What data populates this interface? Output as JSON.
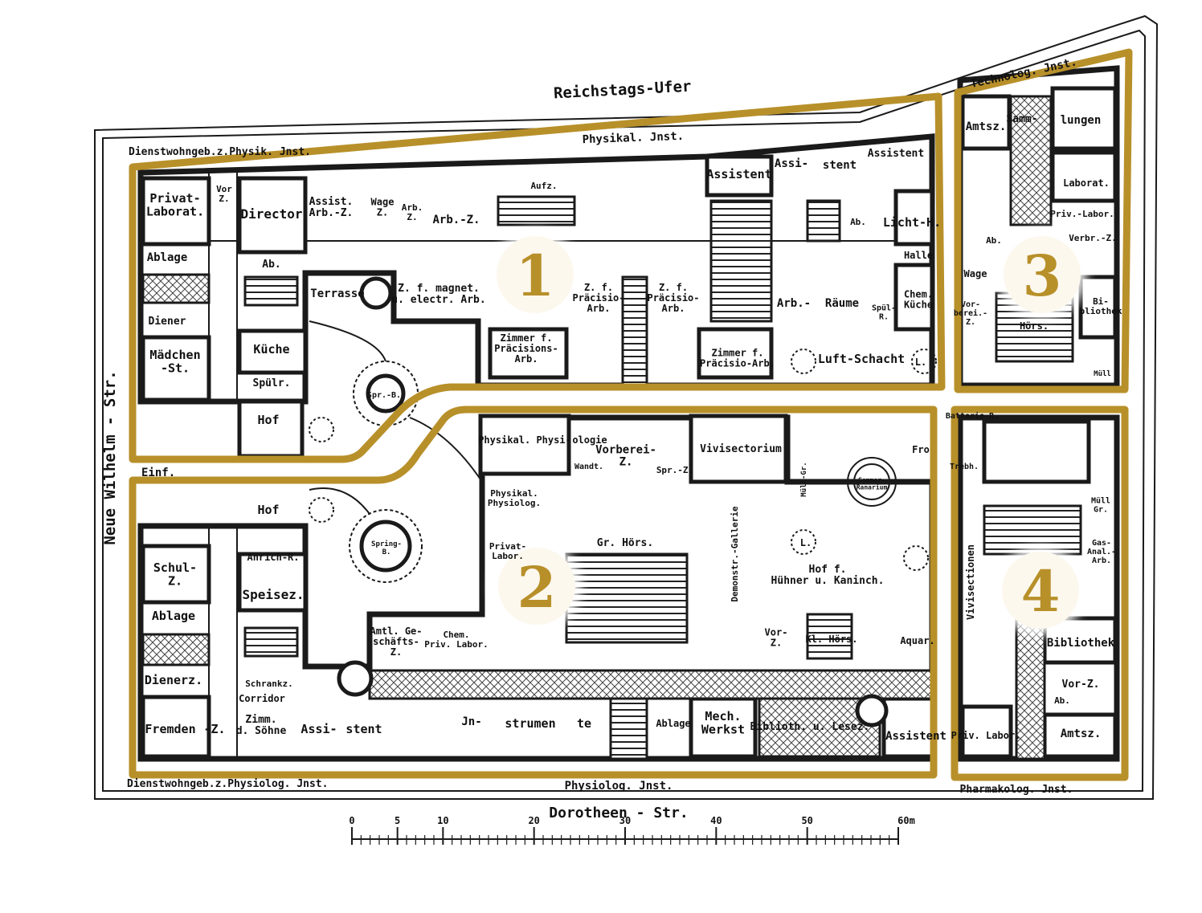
{
  "streets": {
    "top": "Reichstags-Ufer",
    "left": "Neue Wilhelm - Str.",
    "bottom": "Dorotheen - Str."
  },
  "edge_labels": {
    "top_left": "Dienstwohngeb.z.Physik. Jnst.",
    "top_middle": "Physikal. Jnst.",
    "top_right": "Technolog. Jnst.",
    "bottom_left": "Dienstwohngeb.z.Physiolog. Jnst.",
    "bottom_middle": "Physiolog. Jnst.",
    "bottom_right": "Pharmakolog. Jnst.",
    "left_entry": "Einf."
  },
  "zones": [
    {
      "number": "1"
    },
    {
      "number": "2"
    },
    {
      "number": "3"
    },
    {
      "number": "4"
    }
  ],
  "rooms_zone1": [
    "Privat-\nLaborat.",
    "Vor\nZ.",
    "Director",
    "Assist.\nArb.-Z.",
    "Wage\nZ.",
    "Arb.\nZ.",
    "Arb.-Z.",
    "Ablage",
    "Ab.",
    "Diener",
    "Mädchen\n-St.",
    "Küche",
    "Spülr.",
    "Hof",
    "Terrasse",
    "Z. f. magnet.\nu. electr. Arb.",
    "Z. f.\nPräcisio-\nArb.",
    "Z. f.\nPräcisio-\nArb.",
    "Zimmer f.\nPräcisions-\nArb.",
    "Assistent",
    "Assi-",
    "stent",
    "Assistent",
    "Aufz.",
    "Licht-H.",
    "Ab.",
    "Halle",
    "Chem.\nKüche",
    "Arb.-",
    "Räume",
    "Spül-\nR.",
    "Zimmer f.\nPräcisio-Arb.",
    "Luft-Schacht",
    "Spr.-B.",
    "L."
  ],
  "rooms_zone2": [
    "Hof",
    "Schul-\nZ.",
    "Anrich-R.",
    "Speisez.",
    "Ablage",
    "Dienerz.",
    "Schrankz.",
    "Corridor",
    "Fremden",
    "-Z.",
    "Zimm.\nd. Söhne",
    "Assi-",
    "stent",
    "Jn-",
    "strumen",
    "te",
    "Ablage",
    "Mech.\nWerkst",
    "Biblioth. u. Lesez.",
    "Assistent",
    "Amtl. Ge-\nschäfts-\nZ.",
    "Chem.\nPriv. Labor.",
    "Physikal. Physi-",
    "ologie",
    "Vorberei-\nZ.",
    "Wandt.",
    "Spr.-Z.",
    "Vivisectorium",
    "Physikal.\nPhysiolog.",
    "Privat-\nLabor.",
    "Gr. Hörs.",
    "Demonstr.-Gallerie",
    "Hof f.\nHühner u. Kaninch.",
    "Sommer-\nRanarium",
    "Kl. Hörs.",
    "Vor-\nZ.",
    "Aquar.",
    "Müll-Gr.",
    "Fro",
    "Spring-\nB.",
    "L."
  ],
  "rooms_zone3": [
    "Amtsz.",
    "Samm-",
    "lungen",
    "Laborat.",
    "Priv.-Labor.",
    "Ab.",
    "Verbr.-Z.",
    "Wage",
    "Vor-\nberei.-\nZ.",
    "Hörs.",
    "Bi-\nbliothek",
    "Müll"
  ],
  "rooms_zone4": [
    "Batterie-R.",
    "Vivisectionen",
    "Müll\nGr.",
    "Gas-\nAnal.-\nArb.",
    "Bibliothek",
    "Vor-Z.",
    "Ab.",
    "Priv. Labor.",
    "Amtsz.",
    "Trebh."
  ],
  "scale": {
    "ticks": [
      "0",
      "5",
      "10",
      "20",
      "30",
      "40",
      "50",
      "60m"
    ]
  },
  "colors": {
    "zone_outline": "#b8902a",
    "badge_fill": "#fdf8ee",
    "ink": "#1a1a1a"
  }
}
